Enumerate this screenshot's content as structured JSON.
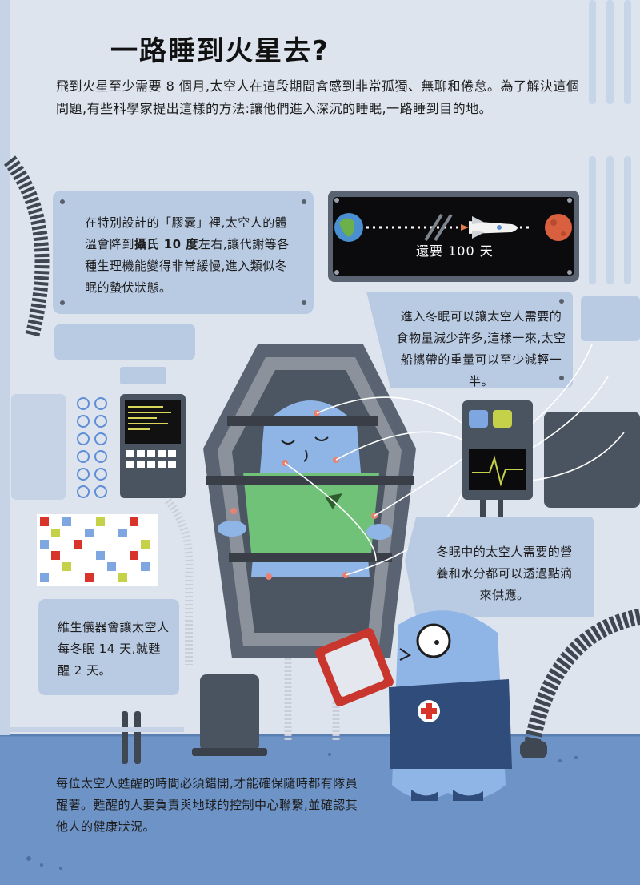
{
  "title": "一路睡到火星去?",
  "intro": "飛到火星至少需要 8 個月,太空人在這段期間會感到非常孤獨、無聊和倦怠。為了解決這個問題,有些科學家提出這樣的方法:讓他們進入深沉的睡眠,一路睡到目的地。",
  "card_capsule": {
    "before": "在特別設計的「膠囊」裡,太空人的體溫會降到",
    "bold": "攝氏 10 度",
    "after": "左右,讓代謝等各種生理機能變得非常緩慢,進入類似冬眠的蟄伏狀態。"
  },
  "banner_label": "還要 100 天",
  "card_food": "進入冬眠可以讓太空人需要的食物量減少許多,這樣一來,太空船攜帶的重量可以至少減輕一半。",
  "card_drip": "冬眠中的太空人需要的營養和水分都可以透過點滴來供應。",
  "card_cycle": "維生儀器會讓太空人每冬眠 14 天,就甦醒 2 天。",
  "bottom_text": "每位太空人甦醒的時間必須錯開,才能確保隨時都有隊員醒著。甦醒的人要負責與地球的控制中心聯繫,並確認其他人的健康狀況。",
  "colors": {
    "background": "#dde4ee",
    "floor": "#6e93c7",
    "panel": "#b9cae3",
    "machine": "#4a5360",
    "astronaut": "#8fb4e6",
    "suit": "#6fc277",
    "red_cross": "#d8342c"
  }
}
